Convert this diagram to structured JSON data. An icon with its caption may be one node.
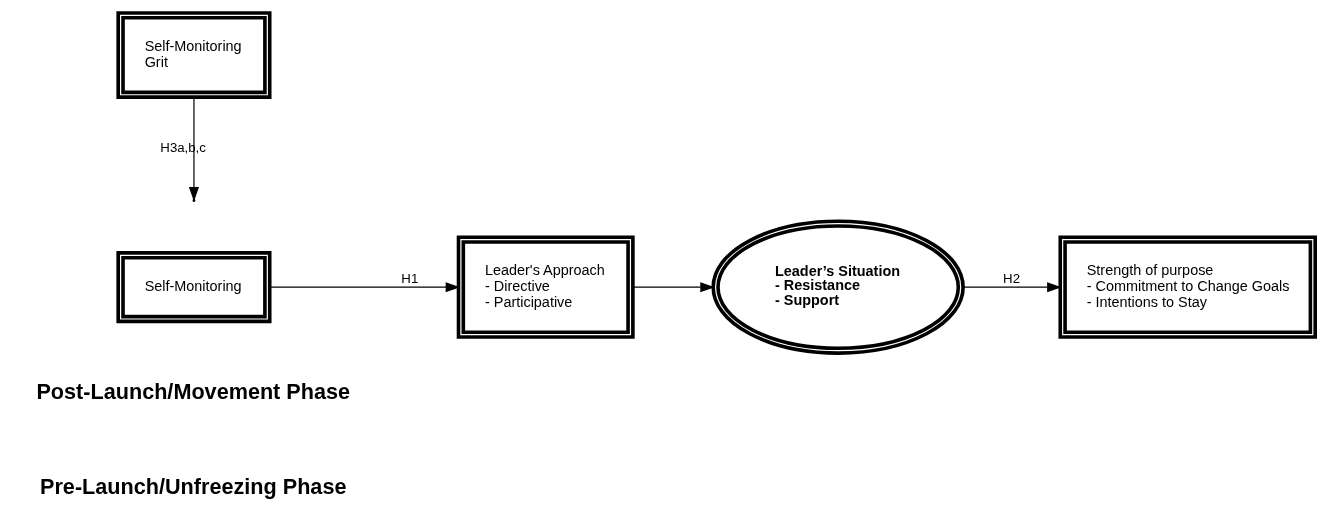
{
  "diagram": {
    "nodes": [
      {
        "text": [
          "Self-Monitoring"
        ]
      },
      {
        "text": [
          "Leader's Approach",
          "- Directive",
          "- Participative"
        ]
      },
      {
        "text": [
          "Leader’s Situation",
          "- Resistance",
          "- Support"
        ]
      },
      {
        "text": [
          "Self-Monitoring",
          "Grit"
        ]
      },
      {
        "text": [
          "Strength of purpose",
          "- Commitment to Change Goals",
          "- Intentions to Stay"
        ]
      }
    ],
    "edges": [
      {
        "from": 0,
        "to": 1,
        "arrow": "to",
        "label": "H1"
      },
      {
        "from": 1,
        "to": 2,
        "arrow": "to"
      },
      {
        "from": 2,
        "to": 4,
        "arrow": "to",
        "label": "H2"
      },
      {
        "from": 3,
        "to": null,
        "arrow": "to",
        "label": "H3a,b,c"
      }
    ],
    "labels": [
      "Pre-Launch/Unfreezing Phase",
      "Post-Launch/Movement Phase"
    ]
  }
}
